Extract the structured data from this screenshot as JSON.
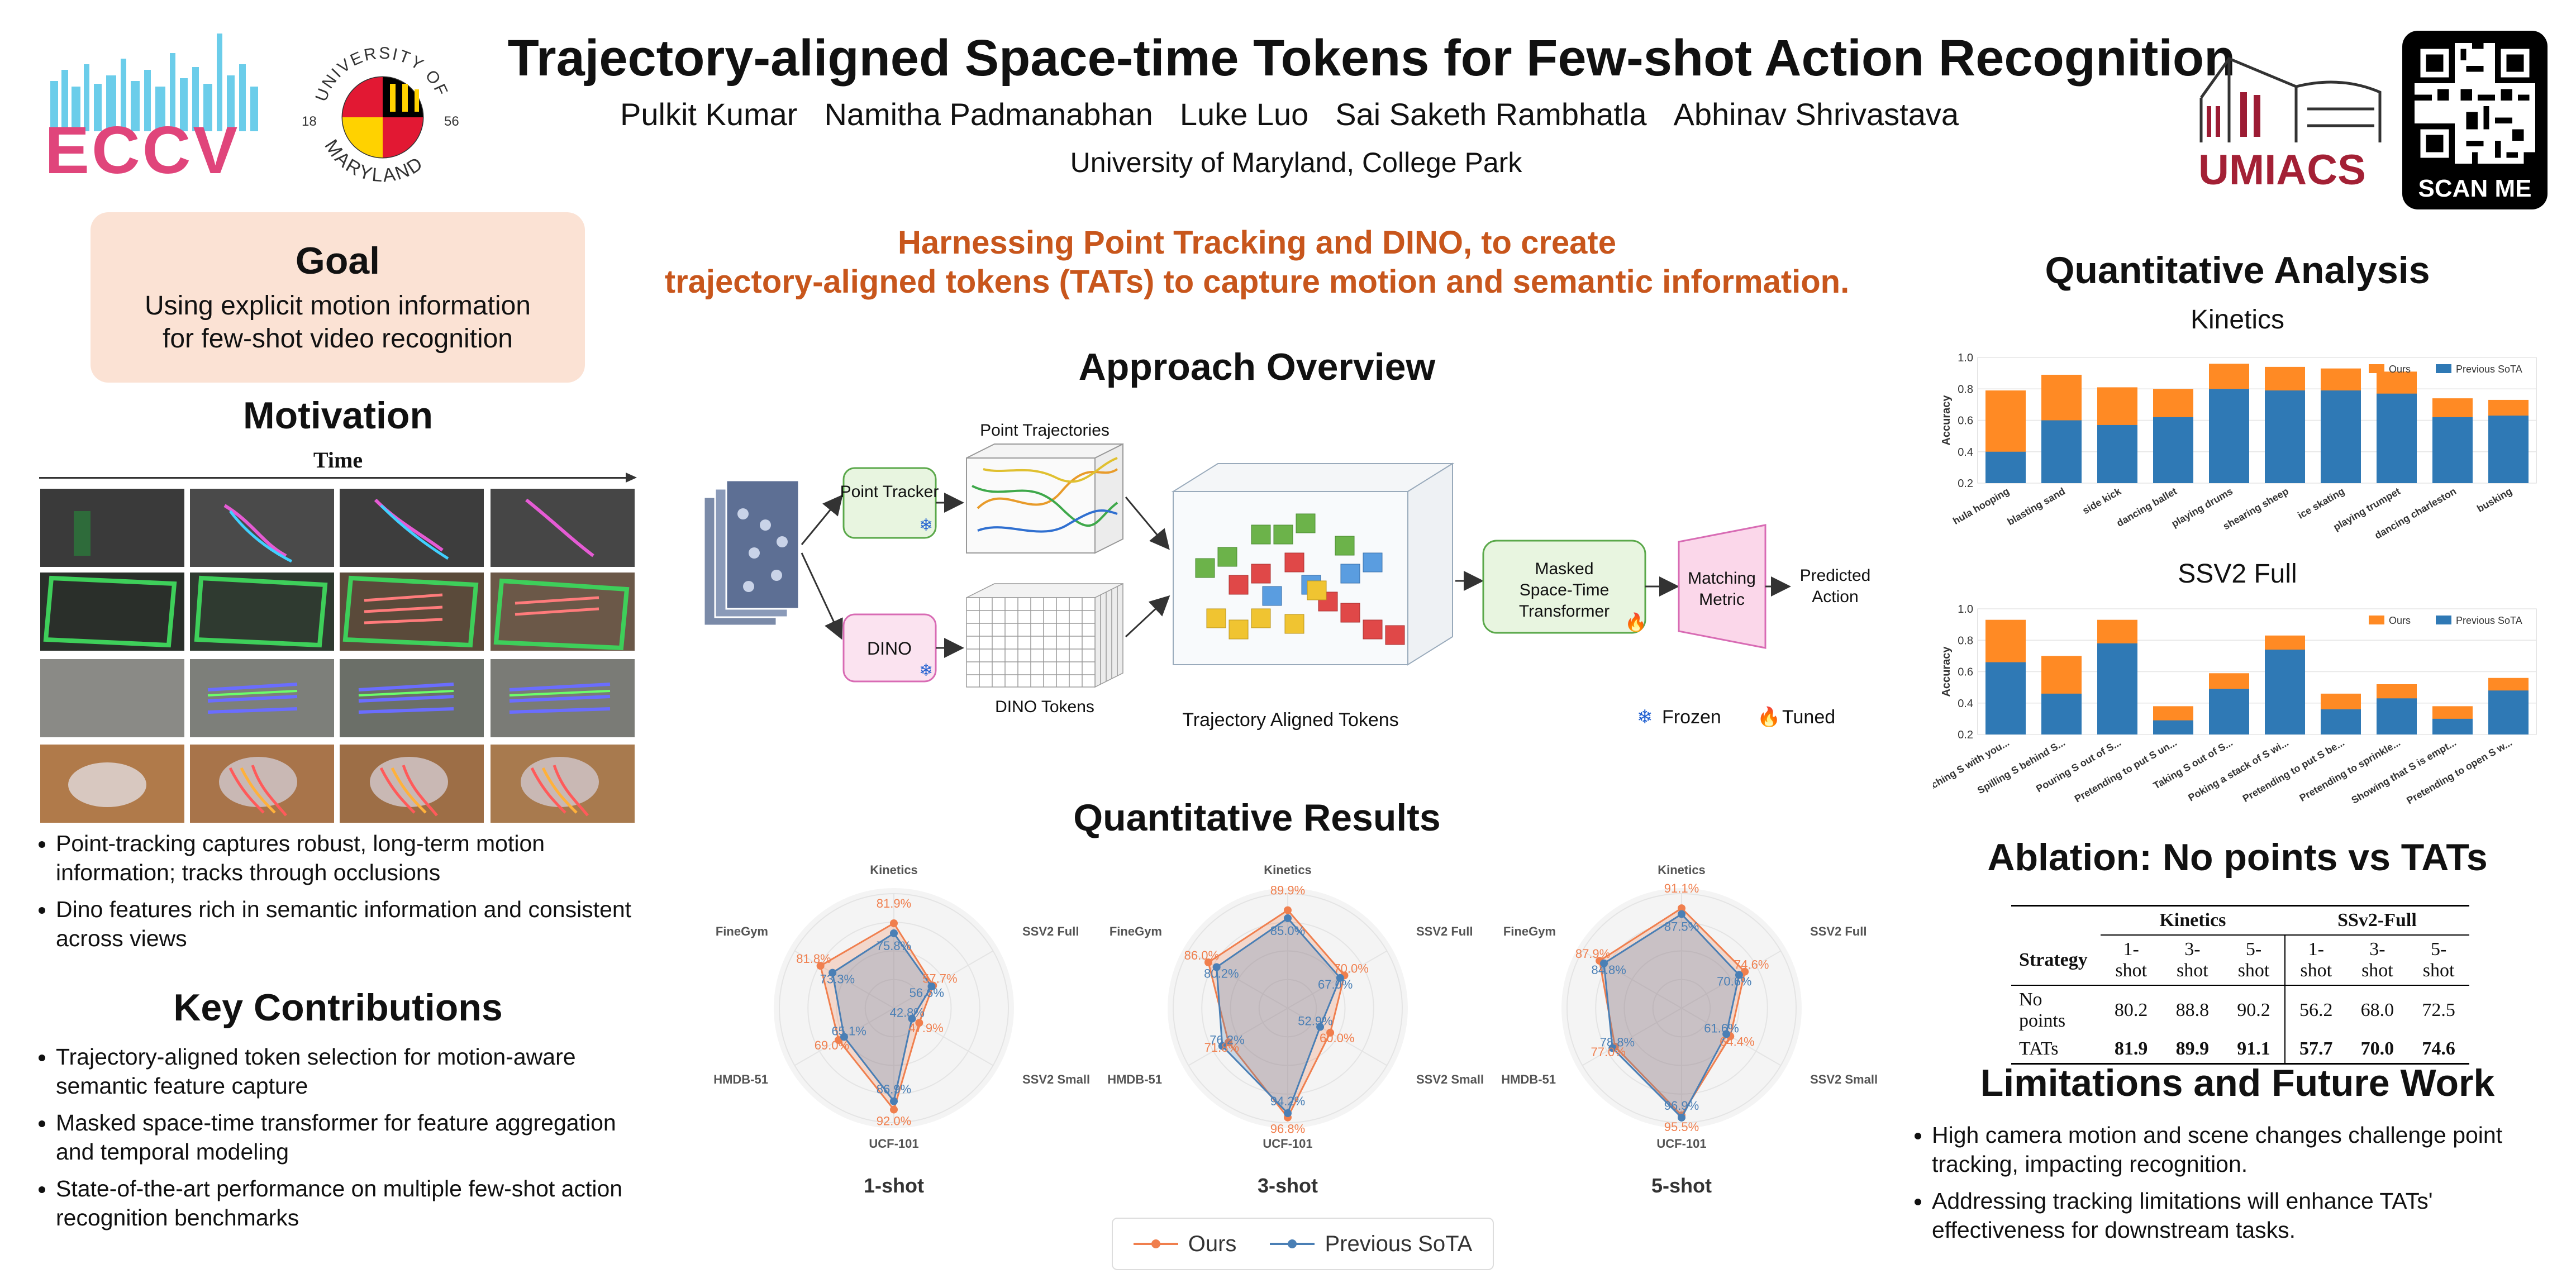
{
  "header": {
    "title": "Trajectory-aligned Space-time Tokens for Few-shot Action Recognition",
    "authors": [
      "Pulkit Kumar",
      "Namitha Padmanabhan",
      "Luke Luo",
      "Sai Saketh Rambhatla",
      "Abhinav Shrivastava"
    ],
    "affiliation": "University of Maryland, College Park",
    "logos": {
      "eccv": "ECCV",
      "umd_top": "UNIVERSITY OF",
      "umd_bottom": "MARYLAND",
      "umd_year_left": "18",
      "umd_year_right": "56",
      "umiacs": "UMIACS",
      "qr_caption": "SCAN ME"
    }
  },
  "tagline": {
    "line1": "Harnessing Point Tracking and DINO, to create",
    "line2": "trajectory-aligned tokens (TATs) to capture motion and semantic information."
  },
  "goal": {
    "title": "Goal",
    "text_line1": "Using explicit motion information",
    "text_line2": "for few-shot video recognition"
  },
  "motivation": {
    "title": "Motivation",
    "time_label": "Time",
    "bullets": [
      "Point-tracking captures robust, long-term motion information; tracks through occlusions",
      "Dino features rich in semantic information and consistent across views"
    ]
  },
  "contributions": {
    "title": "Key Contributions",
    "bullets": [
      "Trajectory-aligned token selection for motion-aware semantic feature capture",
      "Masked space-time transformer for feature aggregation and temporal modeling",
      "State-of-the-art performance on multiple few-shot action recognition benchmarks"
    ]
  },
  "approach": {
    "title": "Approach Overview",
    "point_tracker": "Point Tracker",
    "dino": "DINO",
    "point_trajectories": "Point Trajectories",
    "dino_tokens": "DINO Tokens",
    "trajectory_aligned_tokens": "Trajectory Aligned Tokens",
    "masked_transformer_l1": "Masked",
    "masked_transformer_l2": "Space-Time",
    "masked_transformer_l3": "Transformer",
    "matching_l1": "Matching",
    "matching_l2": "Metric",
    "predicted_l1": "Predicted",
    "predicted_l2": "Action",
    "frozen": "Frozen",
    "tuned": "Tuned"
  },
  "results": {
    "title": "Quantitative Results",
    "legend_ours": "Ours",
    "legend_prev": "Previous SoTA"
  },
  "colors": {
    "orange": "#f07f4e",
    "blue": "#4a7fb5",
    "bar_orange": "#ff8a24",
    "bar_blue": "#2f79b5",
    "accent_orange": "#c8561c",
    "goal_bg": "#fbe2d4"
  },
  "chart_data": [
    {
      "type": "radar",
      "title": "1-shot",
      "axes": [
        "Kinetics",
        "SSV2 Full",
        "SSV2 Small",
        "UCF-101",
        "HMDB-51",
        "FineGym"
      ],
      "series": [
        {
          "name": "Ours",
          "values": [
            81.9,
            57.7,
            47.9,
            92.0,
            69.0,
            81.8
          ]
        },
        {
          "name": "Previous SoTA",
          "values": [
            75.8,
            56.6,
            42.8,
            86.9,
            65.1,
            73.3
          ]
        }
      ],
      "labels_ours": [
        "81.9%",
        "57.7%",
        "47.9%",
        "92.0%",
        "69.0%",
        "81.8%"
      ],
      "labels_prev": [
        "75.8%",
        "56.6%",
        "42.8%",
        "86.9%",
        "65.1%",
        "73.3%"
      ]
    },
    {
      "type": "radar",
      "title": "3-shot",
      "axes": [
        "Kinetics",
        "SSV2 Full",
        "SSV2 Small",
        "UCF-101",
        "HMDB-51",
        "FineGym"
      ],
      "series": [
        {
          "name": "Ours",
          "values": [
            89.9,
            70.0,
            60.0,
            96.8,
            71.8,
            86.0
          ]
        },
        {
          "name": "Previous SoTA",
          "values": [
            85.0,
            67.0,
            52.9,
            94.2,
            76.2,
            80.2
          ]
        }
      ],
      "labels_ours": [
        "89.9%",
        "70.0%",
        "60.0%",
        "96.8%",
        "71.8%",
        "86.0%"
      ],
      "labels_prev": [
        "85.0%",
        "67.0%",
        "52.9%",
        "94.2%",
        "76.2%",
        "80.2%"
      ]
    },
    {
      "type": "radar",
      "title": "5-shot",
      "axes": [
        "Kinetics",
        "SSV2 Full",
        "SSV2 Small",
        "UCF-101",
        "HMDB-51",
        "FineGym"
      ],
      "series": [
        {
          "name": "Ours",
          "values": [
            91.1,
            74.6,
            64.4,
            95.5,
            77.0,
            87.9
          ]
        },
        {
          "name": "Previous SoTA",
          "values": [
            87.5,
            70.6,
            61.6,
            96.9,
            78.8,
            84.8
          ]
        }
      ],
      "labels_ours": [
        "91.1%",
        "74.6%",
        "64.4%",
        "95.5%",
        "77.0%",
        "87.9%"
      ],
      "labels_prev": [
        "87.5%",
        "70.6%",
        "61.6%",
        "96.9%",
        "78.8%",
        "84.8%"
      ]
    },
    {
      "type": "bar",
      "stacked": true,
      "title": "Kinetics",
      "ylabel": "Accuracy",
      "ylim": [
        0.2,
        1.0
      ],
      "yticks": [
        "0.2",
        "0.4",
        "0.6",
        "0.8",
        "1.0"
      ],
      "categories": [
        "hula hooping",
        "blasting sand",
        "side kick",
        "dancing ballet",
        "playing drums",
        "shearing sheep",
        "ice skating",
        "playing trumpet",
        "dancing charleston",
        "busking"
      ],
      "series": [
        {
          "name": "Ours",
          "values": [
            0.79,
            0.89,
            0.81,
            0.8,
            0.96,
            0.94,
            0.93,
            0.91,
            0.74,
            0.73
          ]
        },
        {
          "name": "Previous SoTA",
          "values": [
            0.4,
            0.6,
            0.57,
            0.62,
            0.8,
            0.79,
            0.79,
            0.77,
            0.62,
            0.63
          ]
        }
      ],
      "legend": "top-right"
    },
    {
      "type": "bar",
      "stacked": true,
      "title": "SSV2 Full",
      "ylabel": "Accuracy",
      "ylim": [
        0.2,
        1.0
      ],
      "yticks": [
        "0.2",
        "0.4",
        "0.6",
        "0.8",
        "1.0"
      ],
      "categories": [
        "Approaching S with you...",
        "Spilling S behind S...",
        "Pouring S out of S...",
        "Pretending to put S un...",
        "Taking S out of S...",
        "Poking a stack of S wi...",
        "Pretending to put S be...",
        "Pretending to sprinkle...",
        "Showing that S is empt...",
        "Pretending to open S w..."
      ],
      "series": [
        {
          "name": "Ours",
          "values": [
            0.93,
            0.7,
            0.93,
            0.38,
            0.59,
            0.83,
            0.46,
            0.52,
            0.38,
            0.56
          ]
        },
        {
          "name": "Previous SoTA",
          "values": [
            0.66,
            0.46,
            0.78,
            0.29,
            0.49,
            0.74,
            0.36,
            0.43,
            0.3,
            0.48
          ]
        }
      ],
      "legend": "top-right"
    }
  ],
  "analysis": {
    "title": "Quantitative Analysis",
    "kinetics_title": "Kinetics",
    "ssv2_title": "SSV2 Full",
    "ylabel": "Accuracy",
    "legend_ours": "Ours",
    "legend_prev": "Previous SoTA"
  },
  "ablation": {
    "title": "Ablation: No points vs TATs",
    "group1": "Kinetics",
    "group2": "SSv2-Full",
    "strategy": "Strategy",
    "cols": [
      "1-shot",
      "3-shot",
      "5-shot",
      "1-shot",
      "3-shot",
      "5-shot"
    ],
    "rows": [
      {
        "name": "No points",
        "values": [
          "80.2",
          "88.8",
          "90.2",
          "56.2",
          "68.0",
          "72.5"
        ]
      },
      {
        "name": "TATs",
        "values": [
          "81.9",
          "89.9",
          "91.1",
          "57.7",
          "70.0",
          "74.6"
        ]
      }
    ]
  },
  "limitations": {
    "title": "Limitations and Future Work",
    "bullets": [
      "High camera motion and scene changes challenge point tracking, impacting recognition.",
      "Addressing tracking limitations will enhance TATs' effectiveness for downstream tasks."
    ]
  }
}
